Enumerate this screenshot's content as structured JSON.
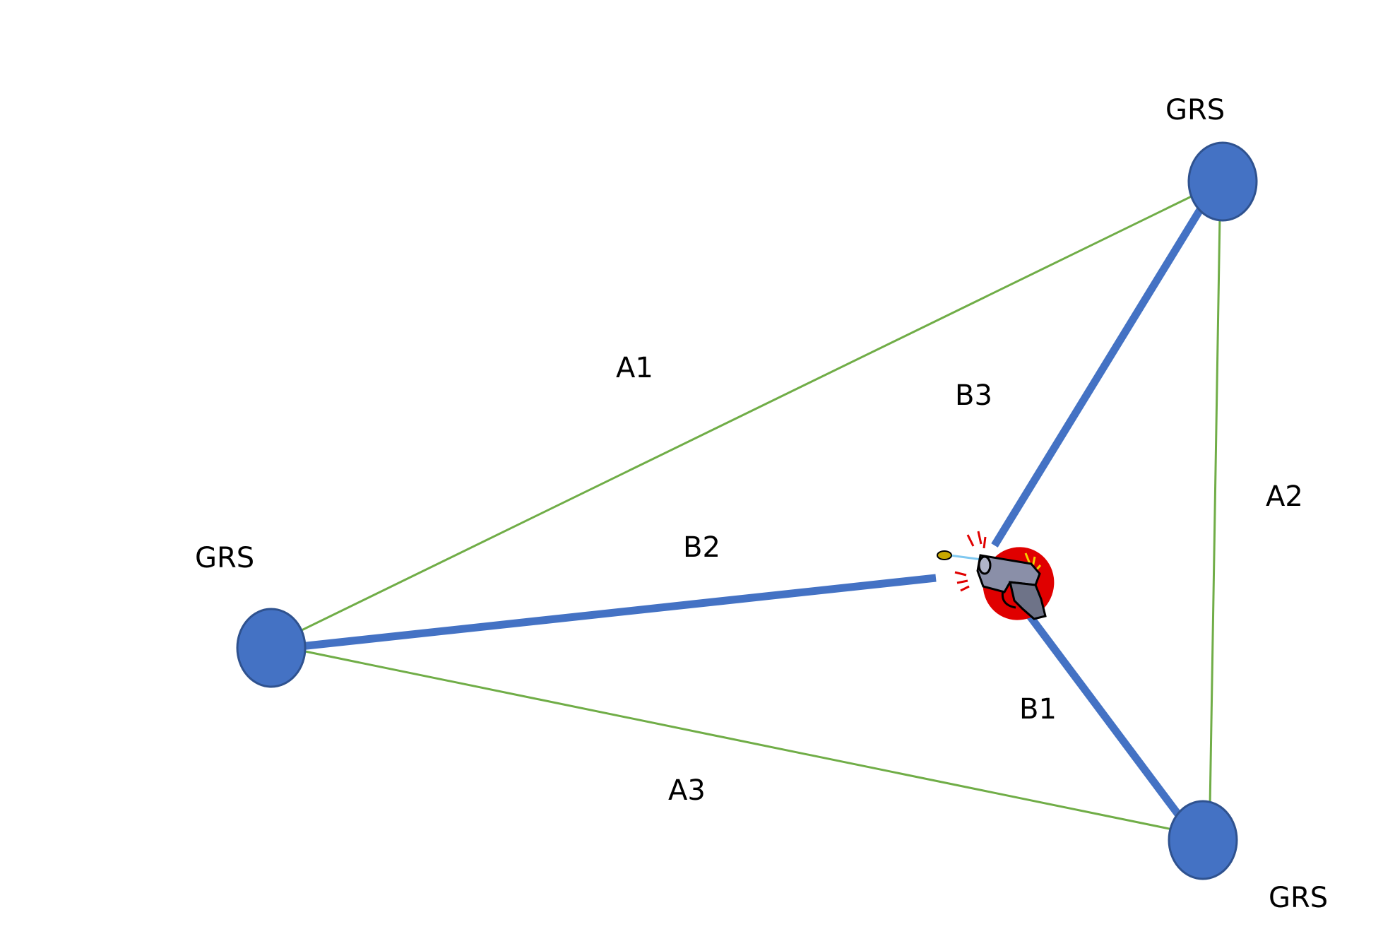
{
  "stations": {
    "top_right": {
      "label": "GRS"
    },
    "left": {
      "label": "GRS"
    },
    "bottom_right": {
      "label": "GRS"
    }
  },
  "baselines": {
    "a1": "A1",
    "a2": "A2",
    "a3": "A3"
  },
  "rays": {
    "b1": "B1",
    "b2": "B2",
    "b3": "B3"
  },
  "colors": {
    "station_fill": "#4472C4",
    "station_stroke": "#2F528F",
    "ray": "#4472C4",
    "baseline": "#70AD47",
    "flash": "#E00000",
    "gun_body": "#8A8FA8",
    "bullet": "#C8A800"
  },
  "icons": {
    "source": "gunshot-icon"
  }
}
